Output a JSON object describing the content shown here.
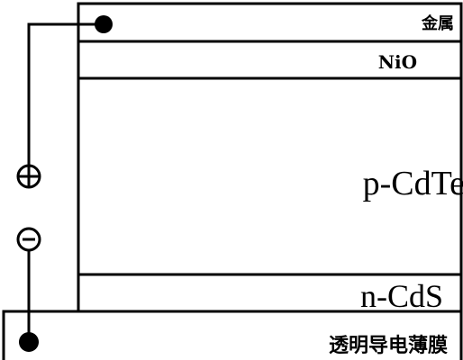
{
  "layers": {
    "metal": "金属",
    "nio": "NiO",
    "p_cdte": "p-CdTe",
    "n_cds": "n-CdS",
    "tco": "透明导电薄膜"
  },
  "terminals": {
    "positive": "+",
    "negative": "−"
  },
  "colors": {
    "line": "#000000",
    "fill": "#ffffff"
  }
}
